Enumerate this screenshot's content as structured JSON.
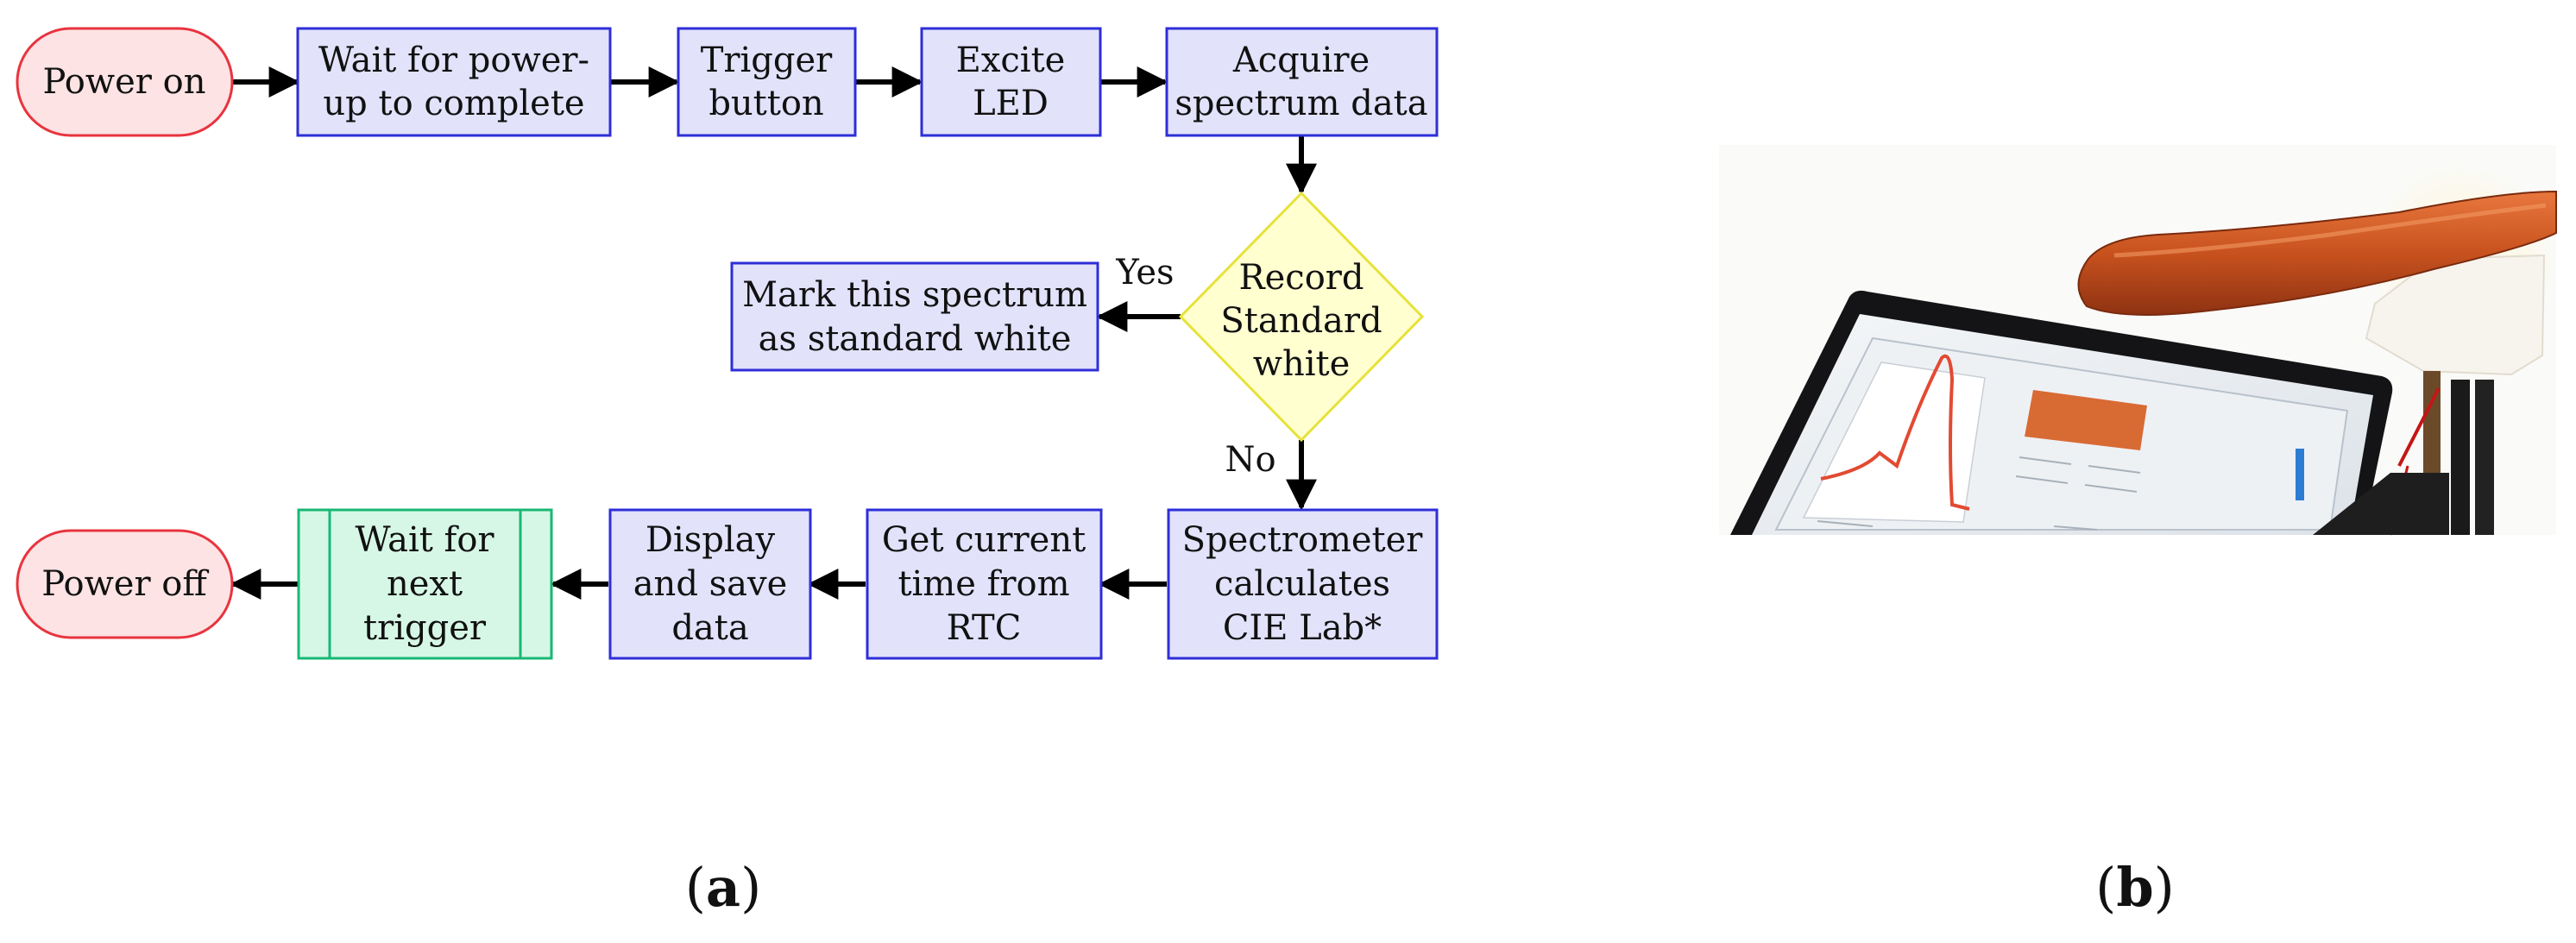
{
  "panel_a": {
    "label_open": "(",
    "label_letter": "a",
    "label_close": ")",
    "nodes": {
      "power_on": [
        "Power on"
      ],
      "wait_power": [
        "Wait for power-",
        "up to complete"
      ],
      "trigger": [
        "Trigger",
        "button"
      ],
      "excite": [
        "Excite",
        "LED"
      ],
      "acquire": [
        "Acquire",
        "spectrum data"
      ],
      "decision": [
        "Record",
        "Standard",
        "white"
      ],
      "mark": [
        "Mark this spectrum",
        "as standard white"
      ],
      "spectrometer": [
        "Spectrometer",
        "calculates",
        "CIE Lab*"
      ],
      "get_time": [
        "Get current",
        "time from",
        "RTC"
      ],
      "display": [
        "Display",
        "and save",
        "data"
      ],
      "wait_trigger": [
        "Wait for",
        "next",
        "trigger"
      ],
      "power_off": [
        "Power off"
      ]
    },
    "edge_labels": {
      "yes": "Yes",
      "no": "No"
    }
  },
  "panel_b": {
    "label_open": "(",
    "label_letter": "b",
    "label_close": ")"
  },
  "colors": {
    "terminal_fill": "#FDE3E3",
    "terminal_stroke": "#E8343F",
    "process_fill": "#E2E2FB",
    "process_stroke": "#2E2ED8",
    "decision_fill": "#FFFFD0",
    "decision_stroke": "#E6E23A",
    "wait_fill": "#D6F7E6",
    "wait_stroke": "#18B874",
    "sausage": "#C8521E",
    "screen_orange": "#D86A34"
  }
}
